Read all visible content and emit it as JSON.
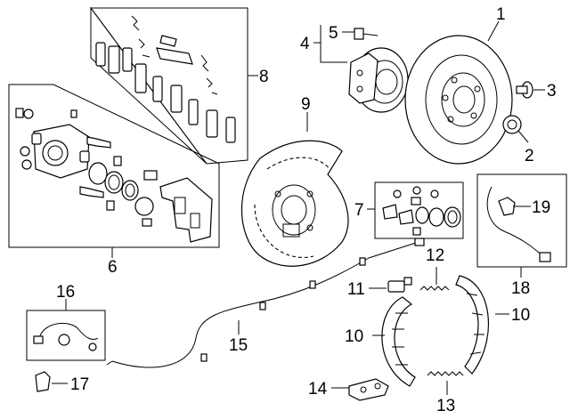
{
  "callouts": {
    "c1": "1",
    "c2": "2",
    "c3": "3",
    "c4": "4",
    "c5": "5",
    "c6": "6",
    "c7": "7",
    "c8": "8",
    "c9": "9",
    "c10a": "10",
    "c10b": "10",
    "c11": "11",
    "c12": "12",
    "c13": "13",
    "c14": "14",
    "c15": "15",
    "c16": "16",
    "c17": "17",
    "c18": "18",
    "c19": "19"
  }
}
